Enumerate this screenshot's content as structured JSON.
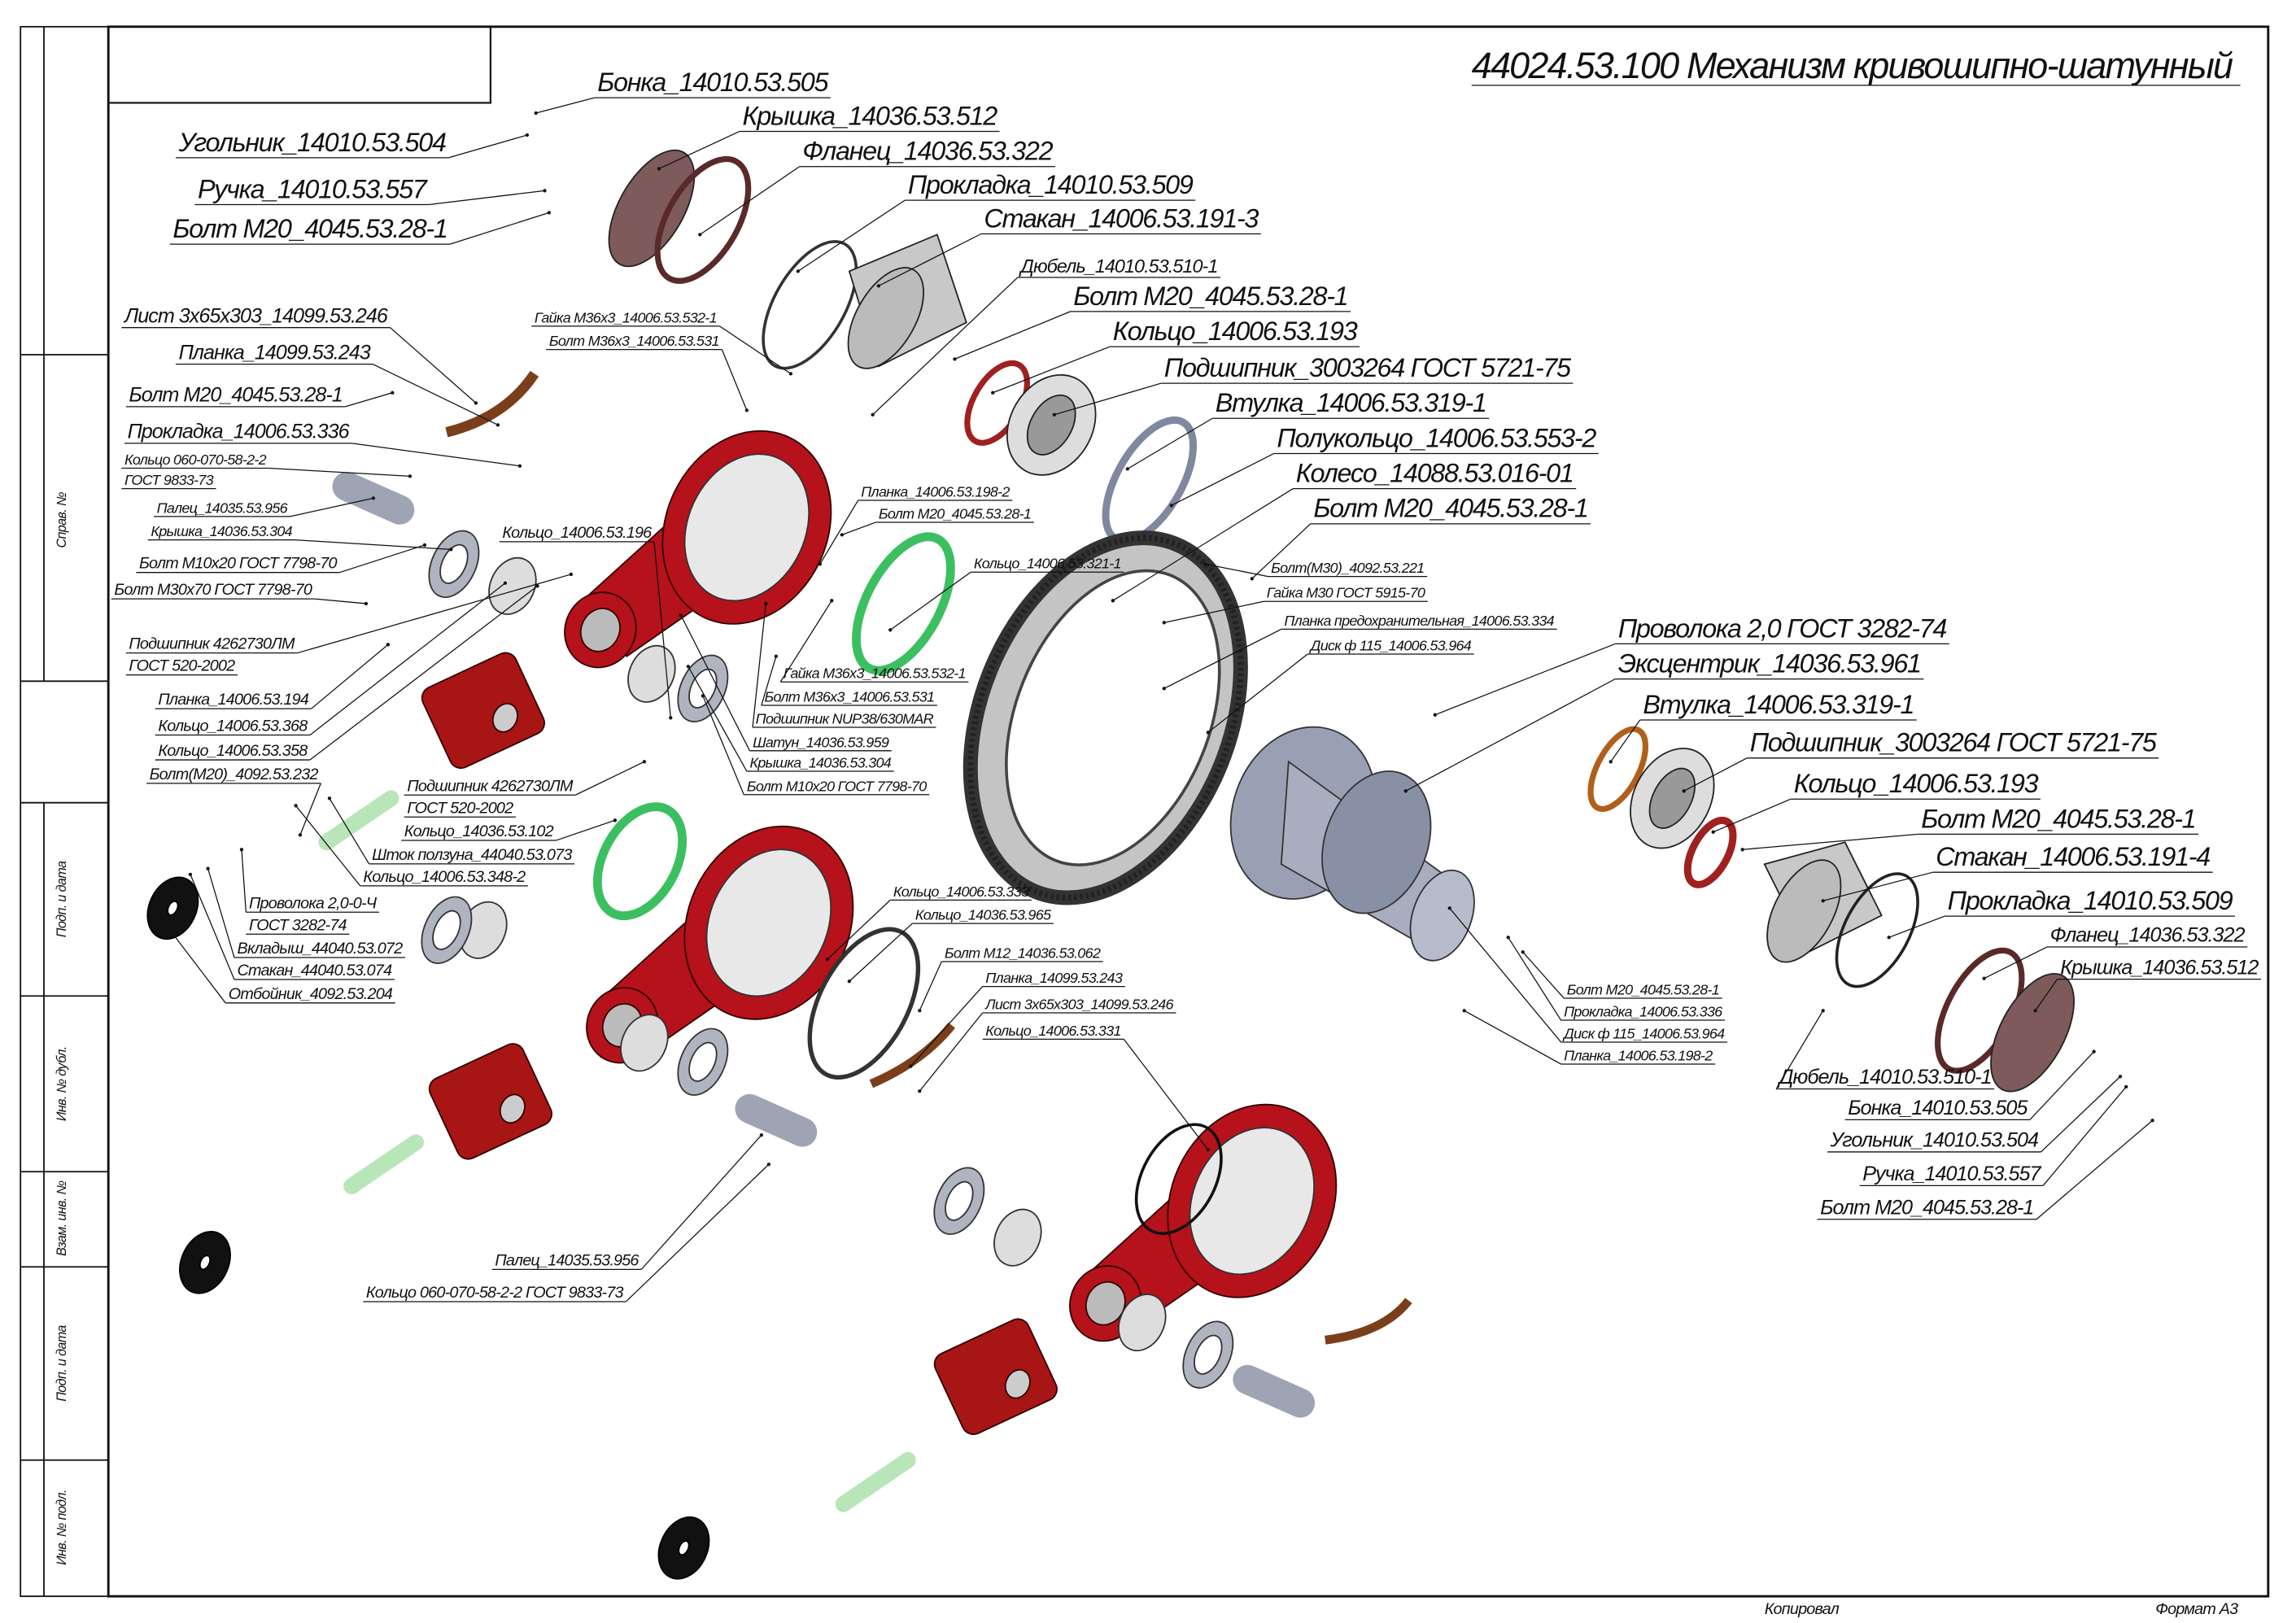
{
  "title": "44024.53.100 Механизм кривошипно-шатунный",
  "stamp": {
    "side_cells": [
      "Справ. №",
      "Подп. и дата",
      "Инв. № дубл.",
      "Взам. инв. №",
      "Подп. и дата",
      "Инв. № подл."
    ],
    "copied_by": "Копировал",
    "format": "Формат А3"
  },
  "labels": [
    "Бонка_14010.53.505",
    "Угольник_14010.53.504",
    "Крышка_14036.53.512",
    "Фланец_14036.53.322",
    "Ручка_14010.53.557",
    "Прокладка_14010.53.509",
    "Болт М20_4045.53.28-1",
    "Стакан_14006.53.191-3",
    "Дюбель_14010.53.510-1",
    "Болт М20_4045.53.28-1",
    "Кольцо_14006.53.193",
    "Подшипник_3003264 ГОСТ 5721-75",
    "Втулка_14006.53.319-1",
    "Полукольцо_14006.53.553-2",
    "Колесо_14088.53.016-01",
    "Болт М20_4045.53.28-1",
    "Лист 3х65х303_14099.53.246",
    "Планка_14099.53.243",
    "Болт М20_4045.53.28-1",
    "Прокладка_14006.53.336",
    "Кольцо 060-070-58-2-2",
    "ГОСТ 9833-73",
    "Гайка М36х3_14006.53.532-1",
    "Болт М36х3_14006.53.531",
    "Палец_14035.53.956",
    "Крышка_14036.53.304",
    "Кольцо_14006.53.196",
    "Болт М10х20 ГОСТ 7798-70",
    "Болт М30х70 ГОСТ 7798-70",
    "Подшипник 4262730ЛМ",
    "ГОСТ 520-2002",
    "Планка_14006.53.194",
    "Кольцо_14006.53.368",
    "Кольцо_14006.53.358",
    "Болт(М20)_4092.53.232",
    "Планка_14006.53.198-2",
    "Болт М20_4045.53.28-1",
    "Кольцо_14006.53.321-1",
    "Болт(М30)_4092.53.221",
    "Гайка М30 ГОСТ 5915-70",
    "Планка предохранительная_14006.53.334",
    "Диск ф 115_14006.53.964",
    "Гайка М36х3_14006.53.532-1",
    "Болт М36х3_14006.53.531",
    "Подшипник NUP38/630MAR",
    "Шатун_14036.53.959",
    "Крышка_14036.53.304",
    "Болт М10х20 ГОСТ 7798-70",
    "Подшипник 4262730ЛМ",
    "ГОСТ 520-2002",
    "Кольцо_14036.53.102",
    "Шток ползуна_44040.53.073",
    "Кольцо_14006.53.348-2",
    "Проволока 2,0-0-Ч",
    "ГОСТ 3282-74",
    "Вкладыш_44040.53.072",
    "Стакан_44040.53.074",
    "Отбойник_4092.53.204",
    "Кольцо_14006.53.333",
    "Кольцо_14036.53.965",
    "Болт М12_14036.53.062",
    "Планка_14099.53.243",
    "Лист 3х65х303_14099.53.246",
    "Кольцо_14006.53.331",
    "Палец_14035.53.956",
    "Кольцо 060-070-58-2-2 ГОСТ 9833-73",
    "Проволока 2,0 ГОСТ 3282-74",
    "Эксцентрик_14036.53.961",
    "Втулка_14006.53.319-1",
    "Подшипник_3003264 ГОСТ 5721-75",
    "Кольцо_14006.53.193",
    "Болт М20_4045.53.28-1",
    "Стакан_14006.53.191-4",
    "Прокладка_14010.53.509",
    "Фланец_14036.53.322",
    "Крышка_14036.53.512",
    "Болт М20_4045.53.28-1",
    "Прокладка_14006.53.336",
    "Диск ф 115_14006.53.964",
    "Планка_14006.53.198-2",
    "Дюбель_14010.53.510-1",
    "Бонка_14010.53.505",
    "Угольник_14010.53.504",
    "Ручка_14010.53.557",
    "Болт М20_4045.53.28-1"
  ],
  "colors": {
    "rod": "#b5121b",
    "green_ring": "#3cbf60",
    "pin": "#b8e6b8",
    "steel": "#9ea4b4",
    "brown": "#7a3f1a"
  }
}
